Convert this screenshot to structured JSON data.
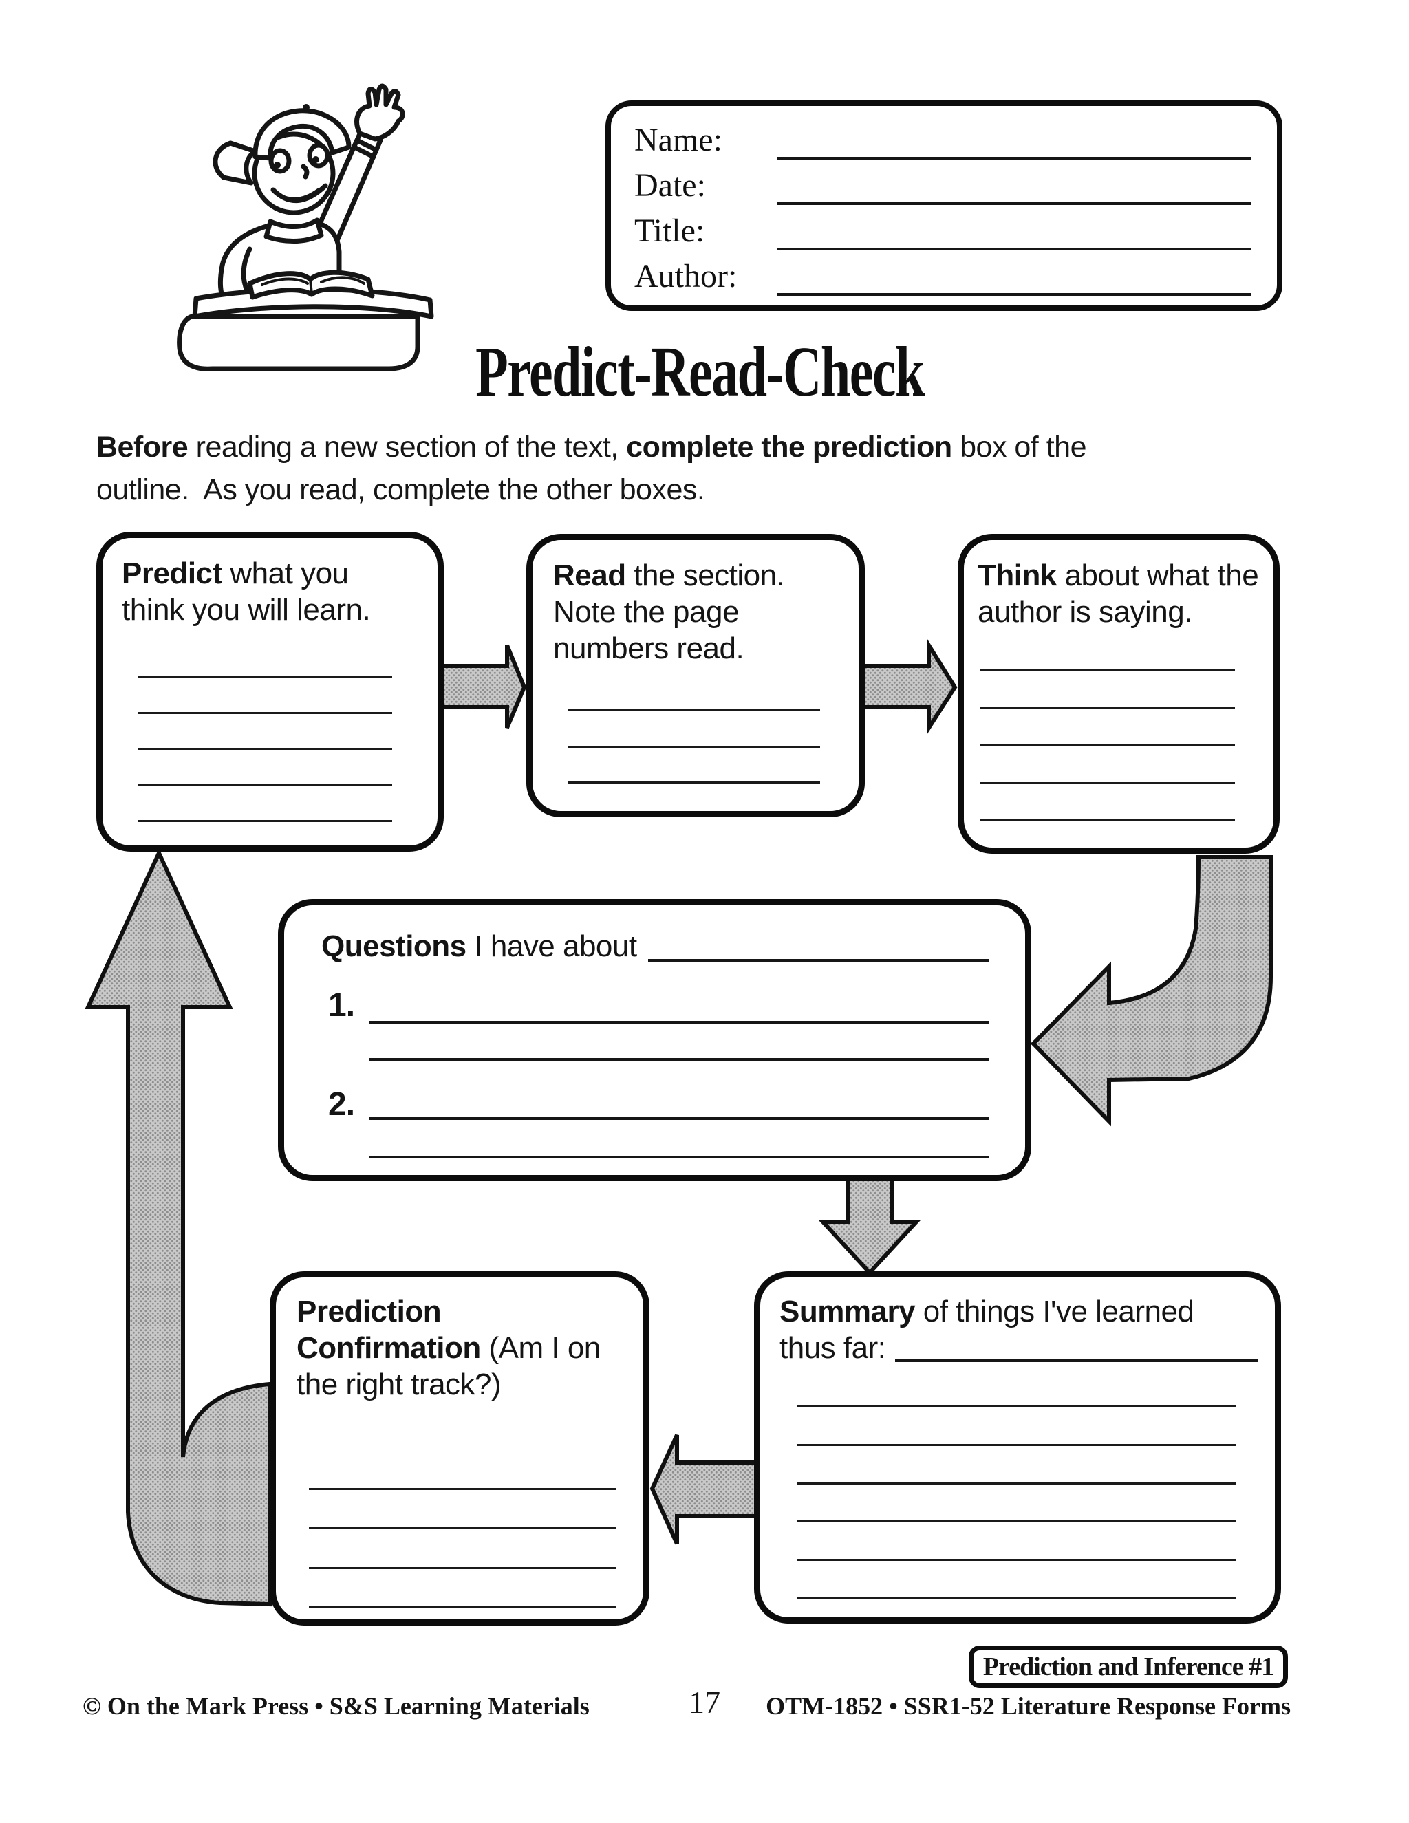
{
  "page": {
    "header_fields": [
      {
        "label": "Name:"
      },
      {
        "label": "Date:"
      },
      {
        "label": "Title:"
      },
      {
        "label": "Author:"
      }
    ],
    "title": "Predict-Read-Check",
    "intro": {
      "bold1": "Before",
      "text1": " reading a new section of the text, ",
      "bold2": "complete the prediction",
      "text2": " box of the",
      "text3": "outline.  As you read, complete the other boxes."
    },
    "boxes": {
      "predict": {
        "keyword": "Predict",
        "text": " what you think you will learn.",
        "line_count": 5
      },
      "read": {
        "keyword": "Read",
        "text": " the section. Note the page numbers read.",
        "line_count": 3
      },
      "think": {
        "keyword": "Think",
        "text": " about what the author is saying.",
        "line_count": 5
      },
      "questions": {
        "keyword": "Questions",
        "text": " I have about",
        "items": [
          {
            "number": "1.",
            "line_count": 2
          },
          {
            "number": "2.",
            "line_count": 2
          }
        ]
      },
      "prediction_confirmation": {
        "keyword": "Prediction Confirmation",
        "text": " (Am I on the right track?)",
        "line_count": 4
      },
      "summary": {
        "keyword": "Summary",
        "text": " of things I've learned",
        "text2": "thus far:",
        "line_count": 6
      }
    },
    "footer": {
      "badge": "Prediction and Inference #1",
      "copyright": "© On the Mark Press • S&S Learning Materials",
      "page_number": "17",
      "publication": "OTM-1852 • SSR1-52 Literature Response Forms"
    },
    "icons": {
      "illustration": "student-raising-hand",
      "flow_arrows": [
        "right-arrow",
        "right-arrow",
        "curve-down-left-arrow",
        "down-arrow",
        "left-arrow",
        "up-loop-arrow"
      ]
    },
    "colors": {
      "ink": "#141414",
      "arrow_fill": "#c6c6c6",
      "paper": "#ffffff"
    }
  }
}
